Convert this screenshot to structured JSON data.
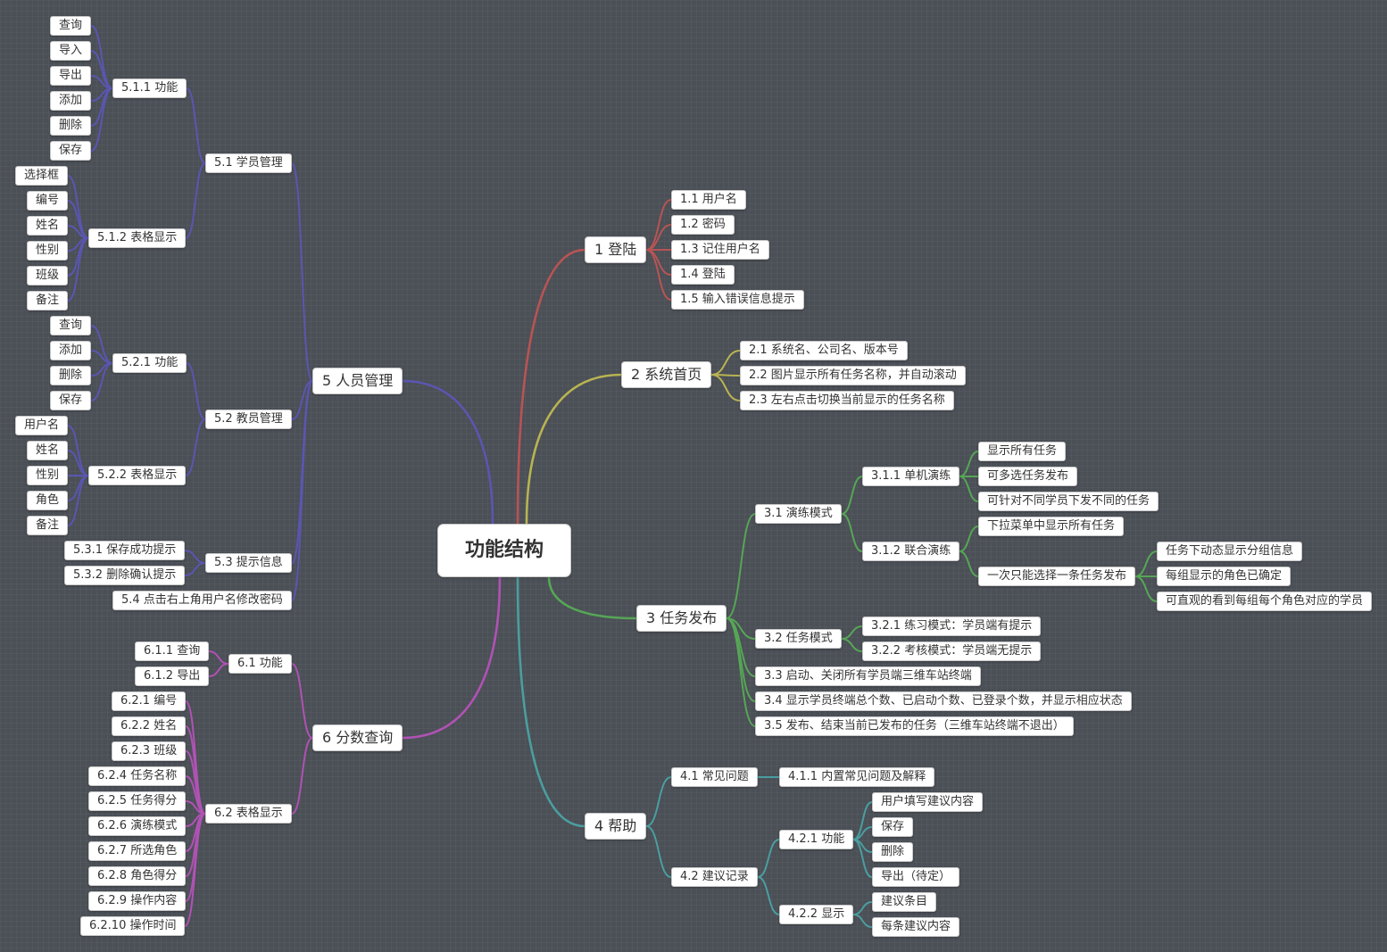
{
  "colors": {
    "background": "#4b4f56",
    "branch_login": "#b85454",
    "branch_home": "#b8b452",
    "branch_task": "#56a656",
    "branch_help": "#4a9ea0",
    "branch_person": "#5a56b0",
    "branch_score": "#b052b4"
  },
  "root": {
    "label": "功能结构"
  },
  "branches": {
    "login": {
      "label": "1 登陆",
      "items": [
        "1.1  用户名",
        "1.2  密码",
        "1.3  记住用户名",
        "1.4  登陆",
        "1.5  输入错误信息提示"
      ]
    },
    "home": {
      "label": "2 系统首页",
      "items": [
        "2.1  系统名、公司名、版本号",
        "2.2  图片显示所有任务名称，并自动滚动",
        "2.3  左右点击切换当前显示的任务名称"
      ]
    },
    "task": {
      "label": "3 任务发布",
      "n31": "3.1  演练模式",
      "n311": "3.1.1  单机演练",
      "n311_items": [
        "显示所有任务",
        "可多选任务发布",
        "可针对不同学员下发不同的任务"
      ],
      "n312": "3.1.2  联合演练",
      "n312_a": "下拉菜单中显示所有任务",
      "n312_b": "一次只能选择一条任务发布",
      "n312_b_items": [
        "任务下动态显示分组信息",
        "每组显示的角色已确定",
        "可直观的看到每组每个角色对应的学员"
      ],
      "n32": "3.2  任务模式",
      "n32_items": [
        "3.2.1  练习模式：学员端有提示",
        "3.2.2  考核模式：学员端无提示"
      ],
      "n33": "3.3  启动、关闭所有学员端三维车站终端",
      "n34": "3.4  显示学员终端总个数、已启动个数、已登录个数，并显示相应状态",
      "n35": "3.5  发布、结束当前已发布的任务（三维车站终端不退出）"
    },
    "help": {
      "label": "4 帮助",
      "n41": "4.1  常见问题",
      "n411": "4.1.1  内置常见问题及解释",
      "n42": "4.2  建议记录",
      "n421": "4.2.1  功能",
      "n421_items": [
        "用户填写建议内容",
        "保存",
        "删除",
        "导出（待定）"
      ],
      "n422": "4.2.2  显示",
      "n422_items": [
        "建议条目",
        "每条建议内容"
      ]
    },
    "person": {
      "label": "5 人员管理",
      "n51": "5.1  学员管理",
      "n511": "5.1.1  功能",
      "n511_items": [
        "查询",
        "导入",
        "导出",
        "添加",
        "删除",
        "保存"
      ],
      "n512": "5.1.2  表格显示",
      "n512_items": [
        "选择框",
        "编号",
        "姓名",
        "性别",
        "班级",
        "备注"
      ],
      "n52": "5.2  教员管理",
      "n521": "5.2.1  功能",
      "n521_items": [
        "查询",
        "添加",
        "删除",
        "保存"
      ],
      "n522": "5.2.2  表格显示",
      "n522_items": [
        "用户名",
        "姓名",
        "性别",
        "角色",
        "备注"
      ],
      "n53": "5.3  提示信息",
      "n53_items": [
        "5.3.1  保存成功提示",
        "5.3.2  删除确认提示"
      ],
      "n54": "5.4  点击右上角用户名修改密码"
    },
    "score": {
      "label": "6 分数查询",
      "n61": "6.1  功能",
      "n61_items": [
        "6.1.1  查询",
        "6.1.2  导出"
      ],
      "n62": "6.2  表格显示",
      "n62_items": [
        "6.2.1  编号",
        "6.2.2  姓名",
        "6.2.3  班级",
        "6.2.4  任务名称",
        "6.2.5  任务得分",
        "6.2.6  演练模式",
        "6.2.7  所选角色",
        "6.2.8  角色得分",
        "6.2.9  操作内容",
        "6.2.10  操作时间"
      ]
    }
  }
}
